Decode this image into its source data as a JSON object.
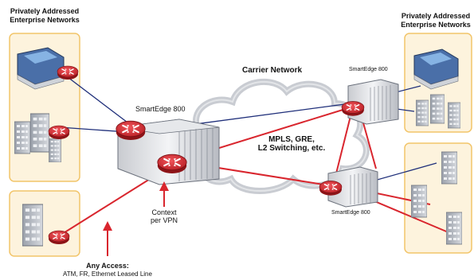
{
  "labels": {
    "left_group_title": [
      "Privately Addressed",
      "Enterprise Networks"
    ],
    "right_group_title": [
      "Privately Addressed",
      "Enterprise Networks"
    ],
    "carrier_network": "Carrier Network",
    "smartedge_main": "SmartEdge 800",
    "smartedge_top_right": "SmartEdge 800",
    "smartedge_bottom_right": "SmartEdge 800",
    "services": [
      "MPLS, GRE,",
      "L2 Switching, etc."
    ],
    "context": [
      "Context",
      "per VPN"
    ],
    "any_access_title": "Any Access:",
    "any_access_detail": "ATM, FR, Ethernet Leased Line"
  },
  "colors": {
    "enterprise_box_fill": "#fdf3dd",
    "enterprise_box_stroke": "#f2c56a",
    "router_red": "#d9262e",
    "blue_link": "#1f2f7a",
    "red_link": "#d9262e",
    "cloud": "#c9ccd2"
  }
}
